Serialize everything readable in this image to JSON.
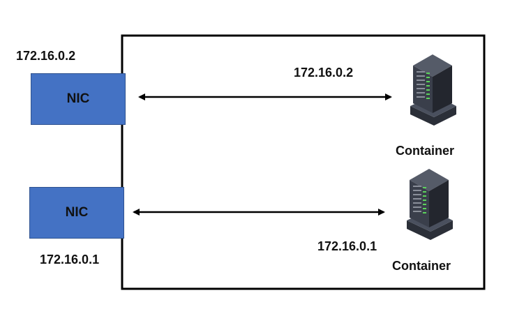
{
  "nics": [
    {
      "label": "NIC",
      "ip": "172.16.0.2"
    },
    {
      "label": "NIC",
      "ip": "172.16.0.1"
    }
  ],
  "containers": [
    {
      "label": "Container",
      "ip": "172.16.0.2"
    },
    {
      "label": "Container",
      "ip": "172.16.0.1"
    }
  ],
  "colors": {
    "nic_fill": "#4472C4",
    "nic_border": "#2F528F",
    "frame": "#000000",
    "arrow": "#000000",
    "server_body": "#3A3F4B",
    "server_led": "#5BD35B"
  }
}
